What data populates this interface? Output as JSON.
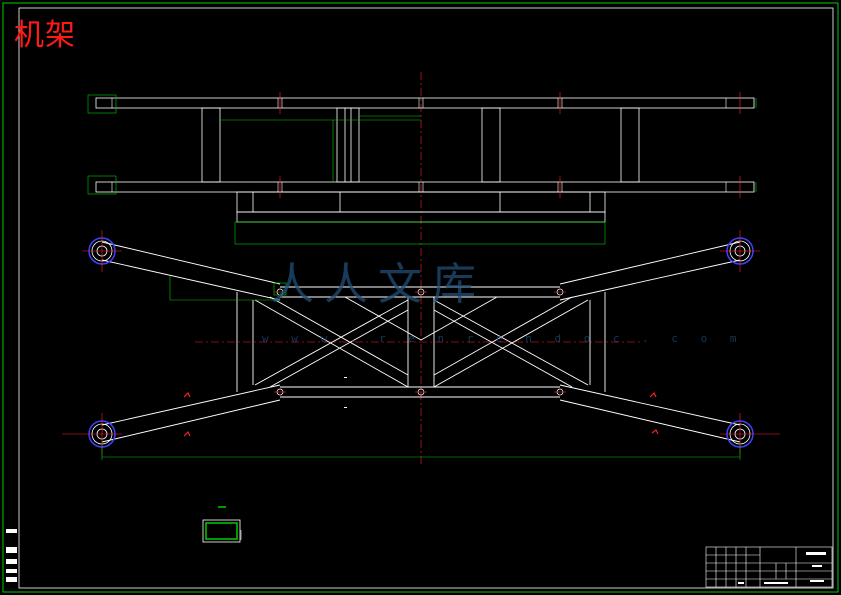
{
  "drawing": {
    "title": "机架",
    "watermark_main": "人人文库",
    "watermark_url": "w w w . r e n r e n d o c . c o m"
  },
  "colors": {
    "background": "#000000",
    "lines": "#ffffff",
    "frame": "#00cc00",
    "dimension": "#00cc00",
    "centerline": "#ff2020",
    "title_text": "#ff1a1a",
    "wheel_ring": "#4040ff",
    "watermark": "#1f4f77"
  }
}
